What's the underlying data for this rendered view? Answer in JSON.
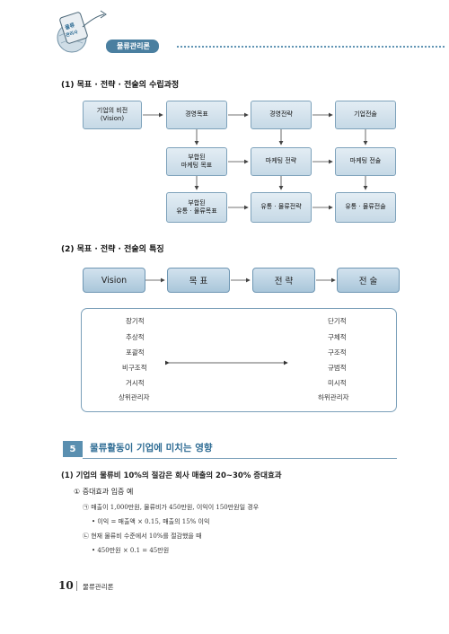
{
  "header": {
    "logo_text": "물류\n관리사",
    "chapter_label": "물류관리론"
  },
  "section1": {
    "title": "(1) 목표 · 전략 · 전술의 수립과정",
    "boxes": {
      "vision": "기업의 비전\n(Vision)",
      "mgmt_goal": "경영목표",
      "mgmt_strategy": "경영전략",
      "corp_tactics": "기업전술",
      "mkt_goal": "부합된\n마케팅 목표",
      "mkt_strategy": "마케팅 전략",
      "mkt_tactics": "마케팅 전술",
      "dist_goal": "부합된\n유통 · 물류목표",
      "dist_strategy": "유통 · 물류전략",
      "dist_tactics": "유통 · 물류전술"
    }
  },
  "section2": {
    "title": "(2) 목표 · 전략 · 전술의 특징",
    "boxes": [
      "Vision",
      "목 표",
      "전 략",
      "전 술"
    ],
    "left_traits": [
      "장기적",
      "추상적",
      "포괄적",
      "비구조적",
      "거시적",
      "상위관리자"
    ],
    "right_traits": [
      "단기적",
      "구체적",
      "구조적",
      "규범적",
      "미시적",
      "하위관리자"
    ]
  },
  "chapter": {
    "number": "5",
    "title": "물류활동이 기업에 미치는 영향"
  },
  "body": {
    "heading": "(1) 기업의 물류비 10%의 절감은 회사 매출의 20~30% 증대효과",
    "sub1": "① 증대효과 입증 예",
    "item_a": "㉠ 매출이 1,000만원, 물류비가 450만원, 이익이 150만원일 경우",
    "item_a_detail": "• 이익 = 매출액 × 0.15, 매출의 15% 이익",
    "item_b": "㉡ 현재 물류비 수준에서 10%를 절감했을 때",
    "item_b_detail": "• 450만원 × 0.1 = 45만원"
  },
  "footer": {
    "page_number": "10",
    "book_title": "물류관리론"
  },
  "colors": {
    "accent": "#5a8fb0",
    "chapter_title": "#2e6c94",
    "box_fill": "#c6d9e6"
  }
}
